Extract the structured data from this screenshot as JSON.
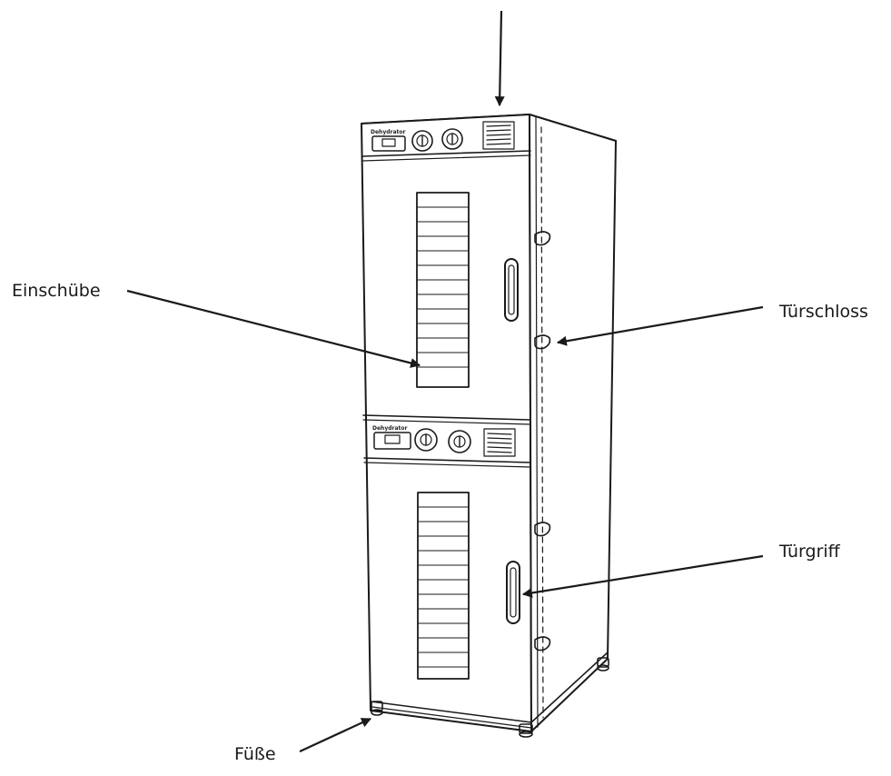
{
  "callouts": {
    "einschuebe": "Einschübe",
    "tuerschloss": "Türschloss",
    "tuergriff": "Türgriff",
    "fuesse": "Füße"
  },
  "panel": {
    "brand": "Dehydrator"
  },
  "colors": {
    "stroke": "#1a1a1a",
    "background": "#ffffff"
  },
  "icons": [
    "arrow-icon",
    "dial-icon",
    "display-icon"
  ]
}
